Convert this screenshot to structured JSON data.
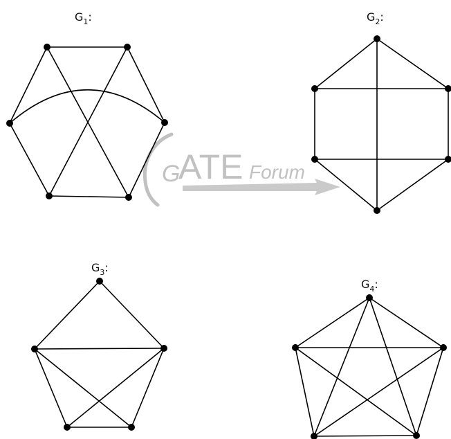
{
  "graphs": [
    {
      "id": "g1",
      "label": "G",
      "subscript": "1",
      "suffix": ":"
    },
    {
      "id": "g2",
      "label": "G",
      "subscript": "2",
      "suffix": ":"
    },
    {
      "id": "g3",
      "label": "G",
      "subscript": "3",
      "suffix": ":"
    },
    {
      "id": "g4",
      "label": "G",
      "subscript": "4",
      "suffix": ":"
    }
  ],
  "watermark": {
    "initial": "G",
    "main": "ATE",
    "sub": "Forum",
    "color": "#8f8f8f"
  },
  "colors": {
    "edge": "#000000",
    "vertex": "#000000",
    "background": "#ffffff"
  }
}
